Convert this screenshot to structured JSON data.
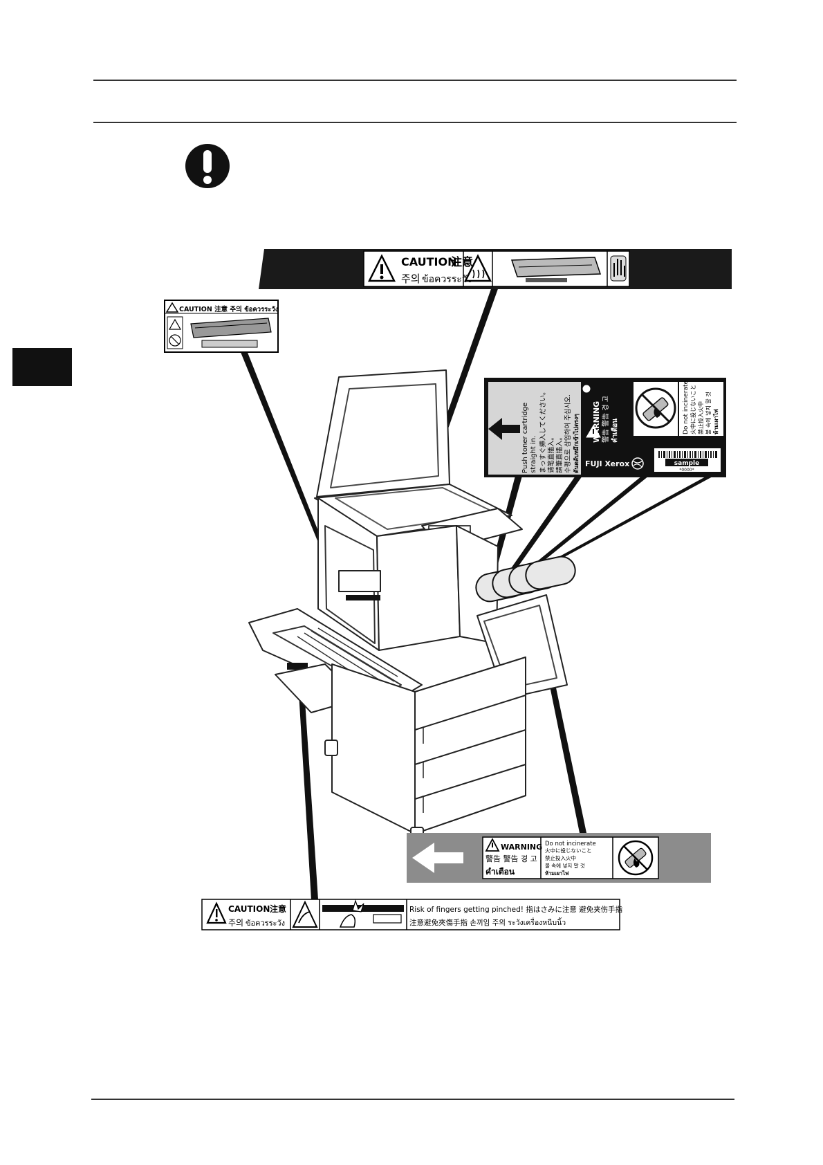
{
  "page": {
    "accent": "#111111"
  },
  "labels": {
    "fuser_top": {
      "caution": "CAUTION",
      "cjk1": "注意",
      "korean": "주의",
      "thai": "ข้อควรระวัง"
    },
    "left_small": {
      "text": "CAUTION 注意 주의 ข้อควรระวัง"
    },
    "toner_panel": {
      "push_line1": "Push toner cartridge",
      "push_line2": "straight in.",
      "jp": "まっすぐ挿入してください。",
      "zh1": "请笔直插入。",
      "zh2": "請筆直插入。",
      "ko": "수평으로 삽입하여 주십시오.",
      "th": "ดันตลับหมึกเข้าไปตรงๆ",
      "warning": "WARNING",
      "warning_cjk": "警告 警告 경 고",
      "warning_th": "คำเตือน",
      "incinerate_en": "Do not incinerate",
      "incinerate_jp": "火中に投じないこと",
      "incinerate_zh": "禁止投入火中",
      "incinerate_ko": "불 속에 넣지 말 것",
      "incinerate_th": "ห้ามเผาไฟ",
      "brand": "FUJI Xerox",
      "sample": "sample",
      "code": "*0000*"
    },
    "toner_bottom": {
      "warning": "WARNING",
      "warning_cjk": "警告 警告 경 고",
      "warning_th": "คำเตือน",
      "incinerate_en": "Do not incinerate",
      "incinerate_jp": "火中に投じないこと",
      "incinerate_zh": "禁止投入火中",
      "incinerate_ko": "불 속에 넣지 말 것",
      "incinerate_th": "ห้ามเผาไฟ"
    },
    "pinch": {
      "caution": "CAUTION",
      "cjk1": "注意",
      "korean": "주의",
      "thai": "ข้อควรระวัง",
      "line1": "Risk of fingers getting pinched!  指はさみに注意  避免夹伤手指",
      "line2": "注意避免夾傷手指  손끼임 주의  ระวังเครื่องหนีบนิ้ว"
    }
  }
}
